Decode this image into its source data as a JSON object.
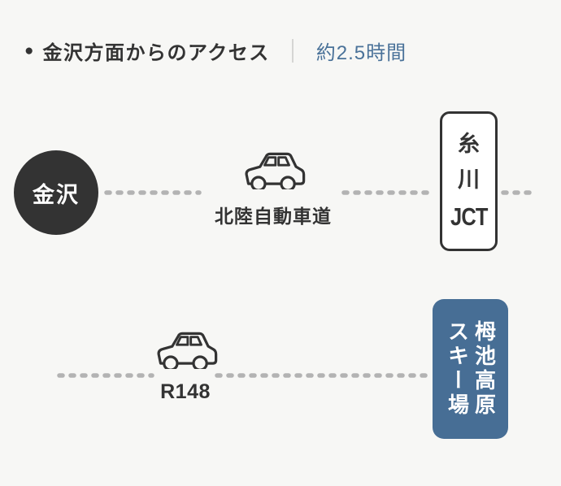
{
  "header": {
    "bullet": "●",
    "title": "金沢方面からのアクセス",
    "duration": "約2.5時間"
  },
  "route": {
    "origin": {
      "label": "金沢"
    },
    "legs": [
      {
        "road": "北陸自動車道",
        "icon": "car-icon"
      },
      {
        "road": "R148",
        "icon": "car-icon"
      }
    ],
    "waypoint": {
      "chars": [
        "糸",
        "川"
      ],
      "label": "JCT"
    },
    "destination": {
      "columns": [
        "栂池高原",
        "スキー場"
      ]
    }
  },
  "icons": {
    "car": "car-icon",
    "bullet": "filled-circle"
  },
  "colors": {
    "background": "#f7f7f5",
    "primary_dark": "#333333",
    "dash_gray": "#b3b3b3",
    "destination_blue": "#476e95",
    "duration_blue": "#4a7299",
    "divider_gray": "#d6d6d4",
    "white": "#ffffff"
  }
}
